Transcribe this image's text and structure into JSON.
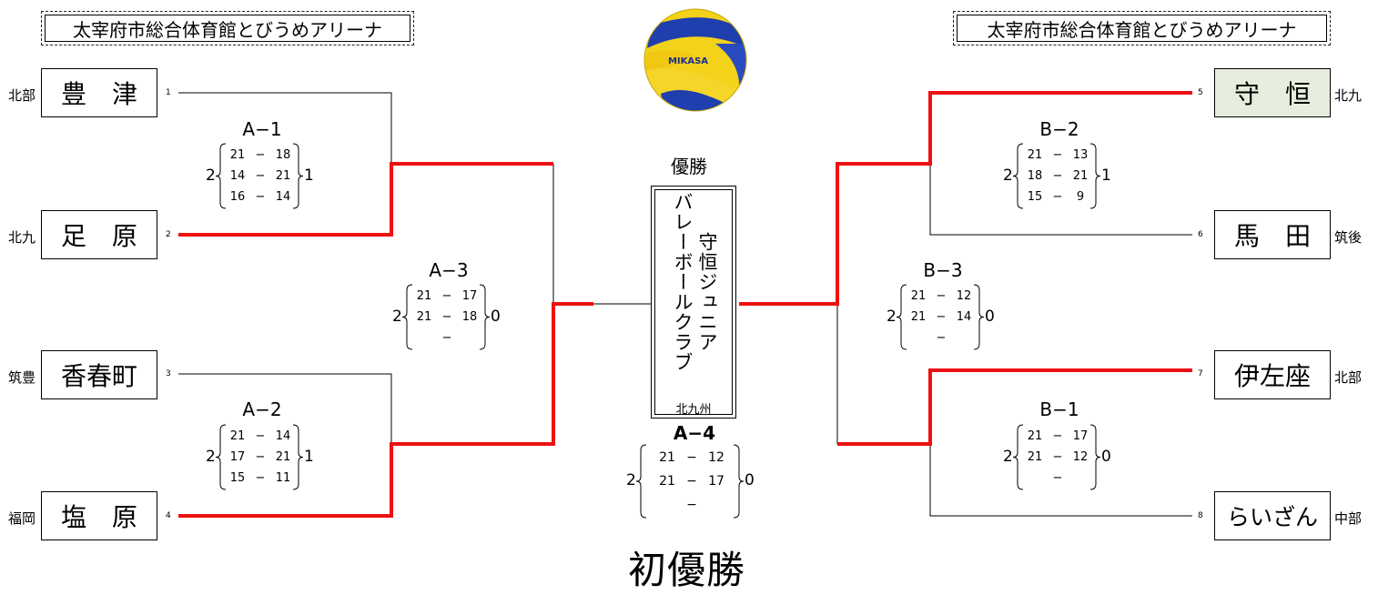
{
  "venue_left": "太宰府市総合体育館とびうめアリーナ",
  "venue_right": "太宰府市総合体育館とびうめアリーナ",
  "champion_label": "優勝",
  "champion_team": "守恒ジュニアバレーボールクラブ",
  "champion_team_line1": "守恒ジュニア",
  "champion_team_line2": "バレーボールクラブ",
  "champion_region": "北九州",
  "first_title": "初優勝",
  "teams": [
    {
      "seed": "1",
      "name": "豊　津",
      "region": "北部"
    },
    {
      "seed": "2",
      "name": "足　原",
      "region": "北九"
    },
    {
      "seed": "3",
      "name": "香春町",
      "region": "筑豊"
    },
    {
      "seed": "4",
      "name": "塩　原",
      "region": "福岡"
    },
    {
      "seed": "5",
      "name": "守　恒",
      "region": "北九"
    },
    {
      "seed": "6",
      "name": "馬　田",
      "region": "筑後"
    },
    {
      "seed": "7",
      "name": "伊左座",
      "region": "北部"
    },
    {
      "seed": "8",
      "name": "らいざん",
      "region": "中部"
    }
  ],
  "matches": {
    "A1": {
      "label": "A−1",
      "wins": "2",
      "losses": "1",
      "sets": [
        [
          "21",
          "18"
        ],
        [
          "14",
          "21"
        ],
        [
          "16",
          "14"
        ]
      ]
    },
    "A2": {
      "label": "A−2",
      "wins": "2",
      "losses": "1",
      "sets": [
        [
          "21",
          "14"
        ],
        [
          "17",
          "21"
        ],
        [
          "15",
          "11"
        ]
      ]
    },
    "A3": {
      "label": "A−3",
      "wins": "2",
      "losses": "0",
      "sets": [
        [
          "21",
          "17"
        ],
        [
          "21",
          "18"
        ],
        [
          "",
          ""
        ]
      ]
    },
    "A4": {
      "label": "A−4",
      "wins": "2",
      "losses": "0",
      "sets": [
        [
          "21",
          "12"
        ],
        [
          "21",
          "17"
        ],
        [
          "",
          ""
        ]
      ]
    },
    "B1": {
      "label": "B−1",
      "wins": "2",
      "losses": "0",
      "sets": [
        [
          "21",
          "17"
        ],
        [
          "21",
          "12"
        ],
        [
          "",
          ""
        ]
      ]
    },
    "B2": {
      "label": "B−2",
      "wins": "2",
      "losses": "1",
      "sets": [
        [
          "21",
          "13"
        ],
        [
          "18",
          "21"
        ],
        [
          "15",
          "9"
        ]
      ]
    },
    "B3": {
      "label": "B−3",
      "wins": "2",
      "losses": "0",
      "sets": [
        [
          "21",
          "12"
        ],
        [
          "21",
          "14"
        ],
        [
          "",
          ""
        ]
      ]
    }
  },
  "set_dash": "−",
  "ball_brand": "MIKASA",
  "colors": {
    "win_line": "#ee1111",
    "line": "#000000",
    "highlight_fill": "#e7eedd"
  }
}
